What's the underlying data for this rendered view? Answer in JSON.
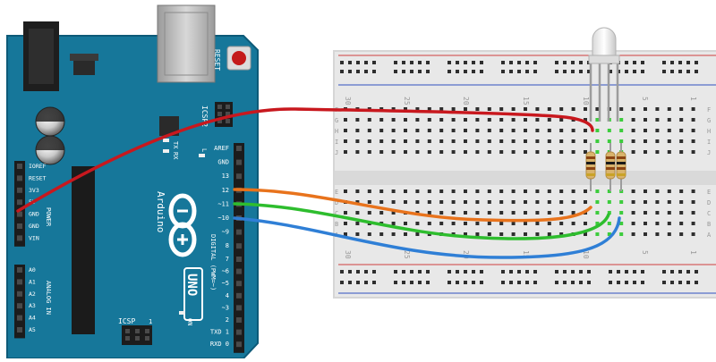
{
  "arduino": {
    "brand": "Arduino",
    "model": "UNO",
    "reset_label": "RESET",
    "icsp2_label": "ICSP2",
    "icsp_label": "ICSP",
    "icsp_pin1": "1",
    "tx_label": "TX",
    "rx_label": "RX",
    "l_label": "L",
    "on_label": "ON",
    "digital_label": "DIGITAL (PWM=~)",
    "power_label": "POWER",
    "analog_label": "ANALOG IN",
    "header_top": [
      "AREF",
      "GND",
      "13",
      "12",
      "~11",
      "~10",
      "~9",
      "8"
    ],
    "header_bottom": [
      "7",
      "~6",
      "~5",
      "4",
      "~3",
      "2",
      "TXD 1",
      "RXD 0"
    ],
    "power_pins": [
      "IOREF",
      "RESET",
      "3V3",
      "5V",
      "GND",
      "GND",
      "VIN"
    ],
    "analog_pins": [
      "A0",
      "A1",
      "A2",
      "A3",
      "A4",
      "A5"
    ]
  },
  "breadboard": {
    "col_numbers": [
      "30",
      "25",
      "20",
      "15",
      "10",
      "5",
      "1"
    ],
    "row_letters_top": [
      "J",
      "I",
      "H",
      "G",
      "F"
    ],
    "row_letters_bottom": [
      "E",
      "D",
      "C",
      "B",
      "A"
    ]
  },
  "wires": [
    {
      "name": "wire-5v",
      "color": "#c8181e"
    },
    {
      "name": "wire-pin11",
      "color": "#e8731c"
    },
    {
      "name": "wire-pin10",
      "color": "#2ebd2e"
    },
    {
      "name": "wire-pin9",
      "color": "#2f7fd6"
    }
  ],
  "colors": {
    "board": "#16779a",
    "board_edge": "#0d5a78",
    "breadboard": "#e6e6e6",
    "hole_active": "#3dcc3d"
  }
}
